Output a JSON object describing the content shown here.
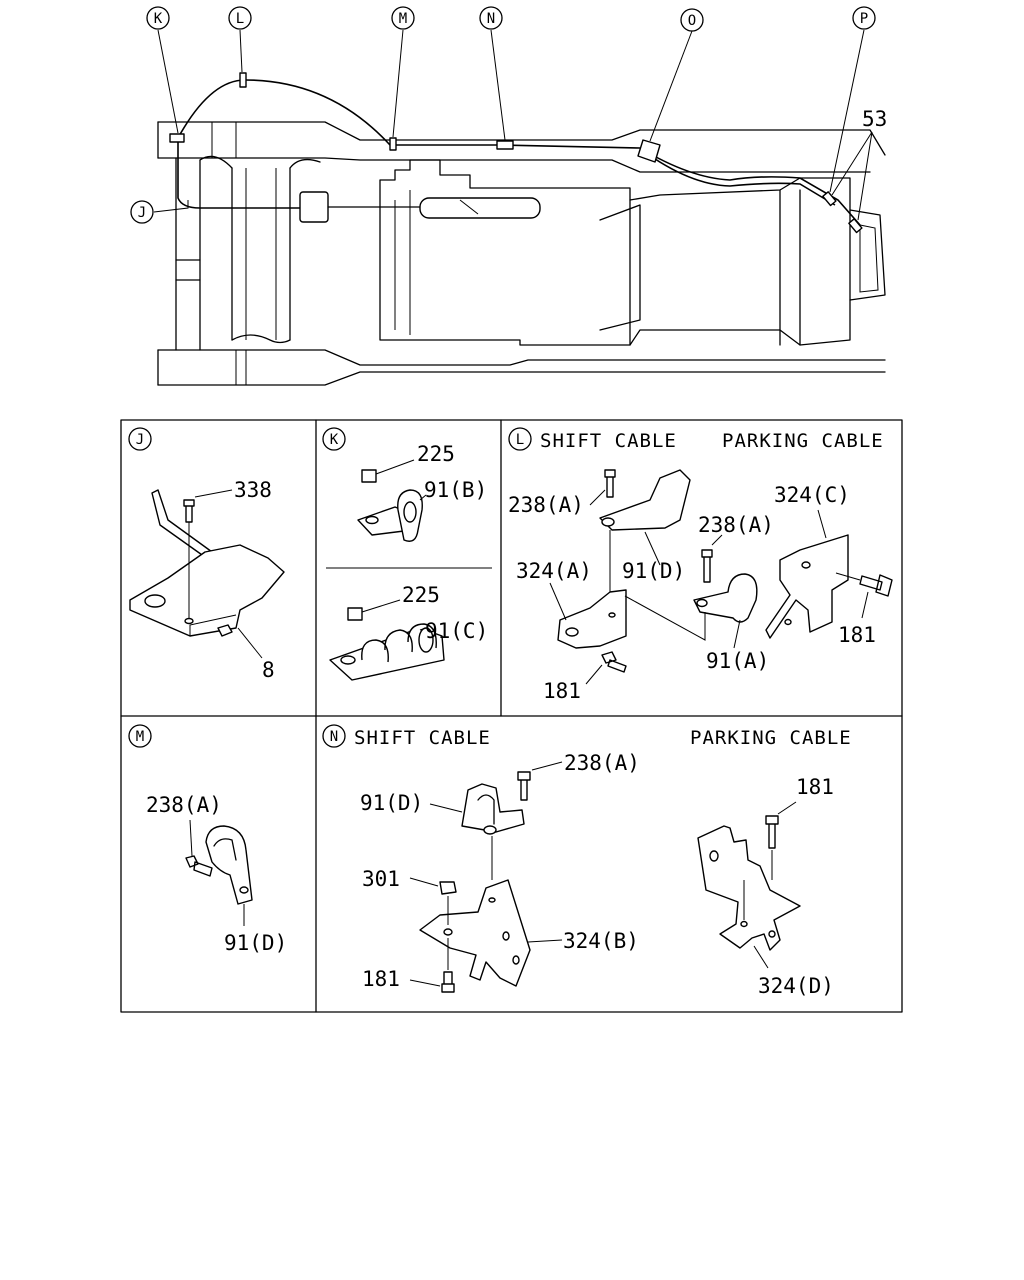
{
  "overview": {
    "callouts": [
      "K",
      "L",
      "M",
      "N",
      "O",
      "P",
      "J"
    ],
    "part_53": "53"
  },
  "detail_j": {
    "letter": "J",
    "parts": [
      "338",
      "8"
    ]
  },
  "detail_k": {
    "letter": "K",
    "parts": [
      "225",
      "91(B)",
      "225",
      "91(C)"
    ]
  },
  "detail_l": {
    "letter": "L",
    "title_left": "SHIFT CABLE",
    "title_right": "PARKING CABLE",
    "parts": [
      "238(A)",
      "324(A)",
      "91(D)",
      "181",
      "238(A)",
      "91(A)",
      "324(C)",
      "181"
    ]
  },
  "detail_m": {
    "letter": "M",
    "parts": [
      "238(A)",
      "91(D)"
    ]
  },
  "detail_n": {
    "letter": "N",
    "title_left": "SHIFT CABLE",
    "title_right": "PARKING CABLE",
    "parts": [
      "238(A)",
      "91(D)",
      "301",
      "324(B)",
      "181",
      "181",
      "324(D)"
    ]
  }
}
